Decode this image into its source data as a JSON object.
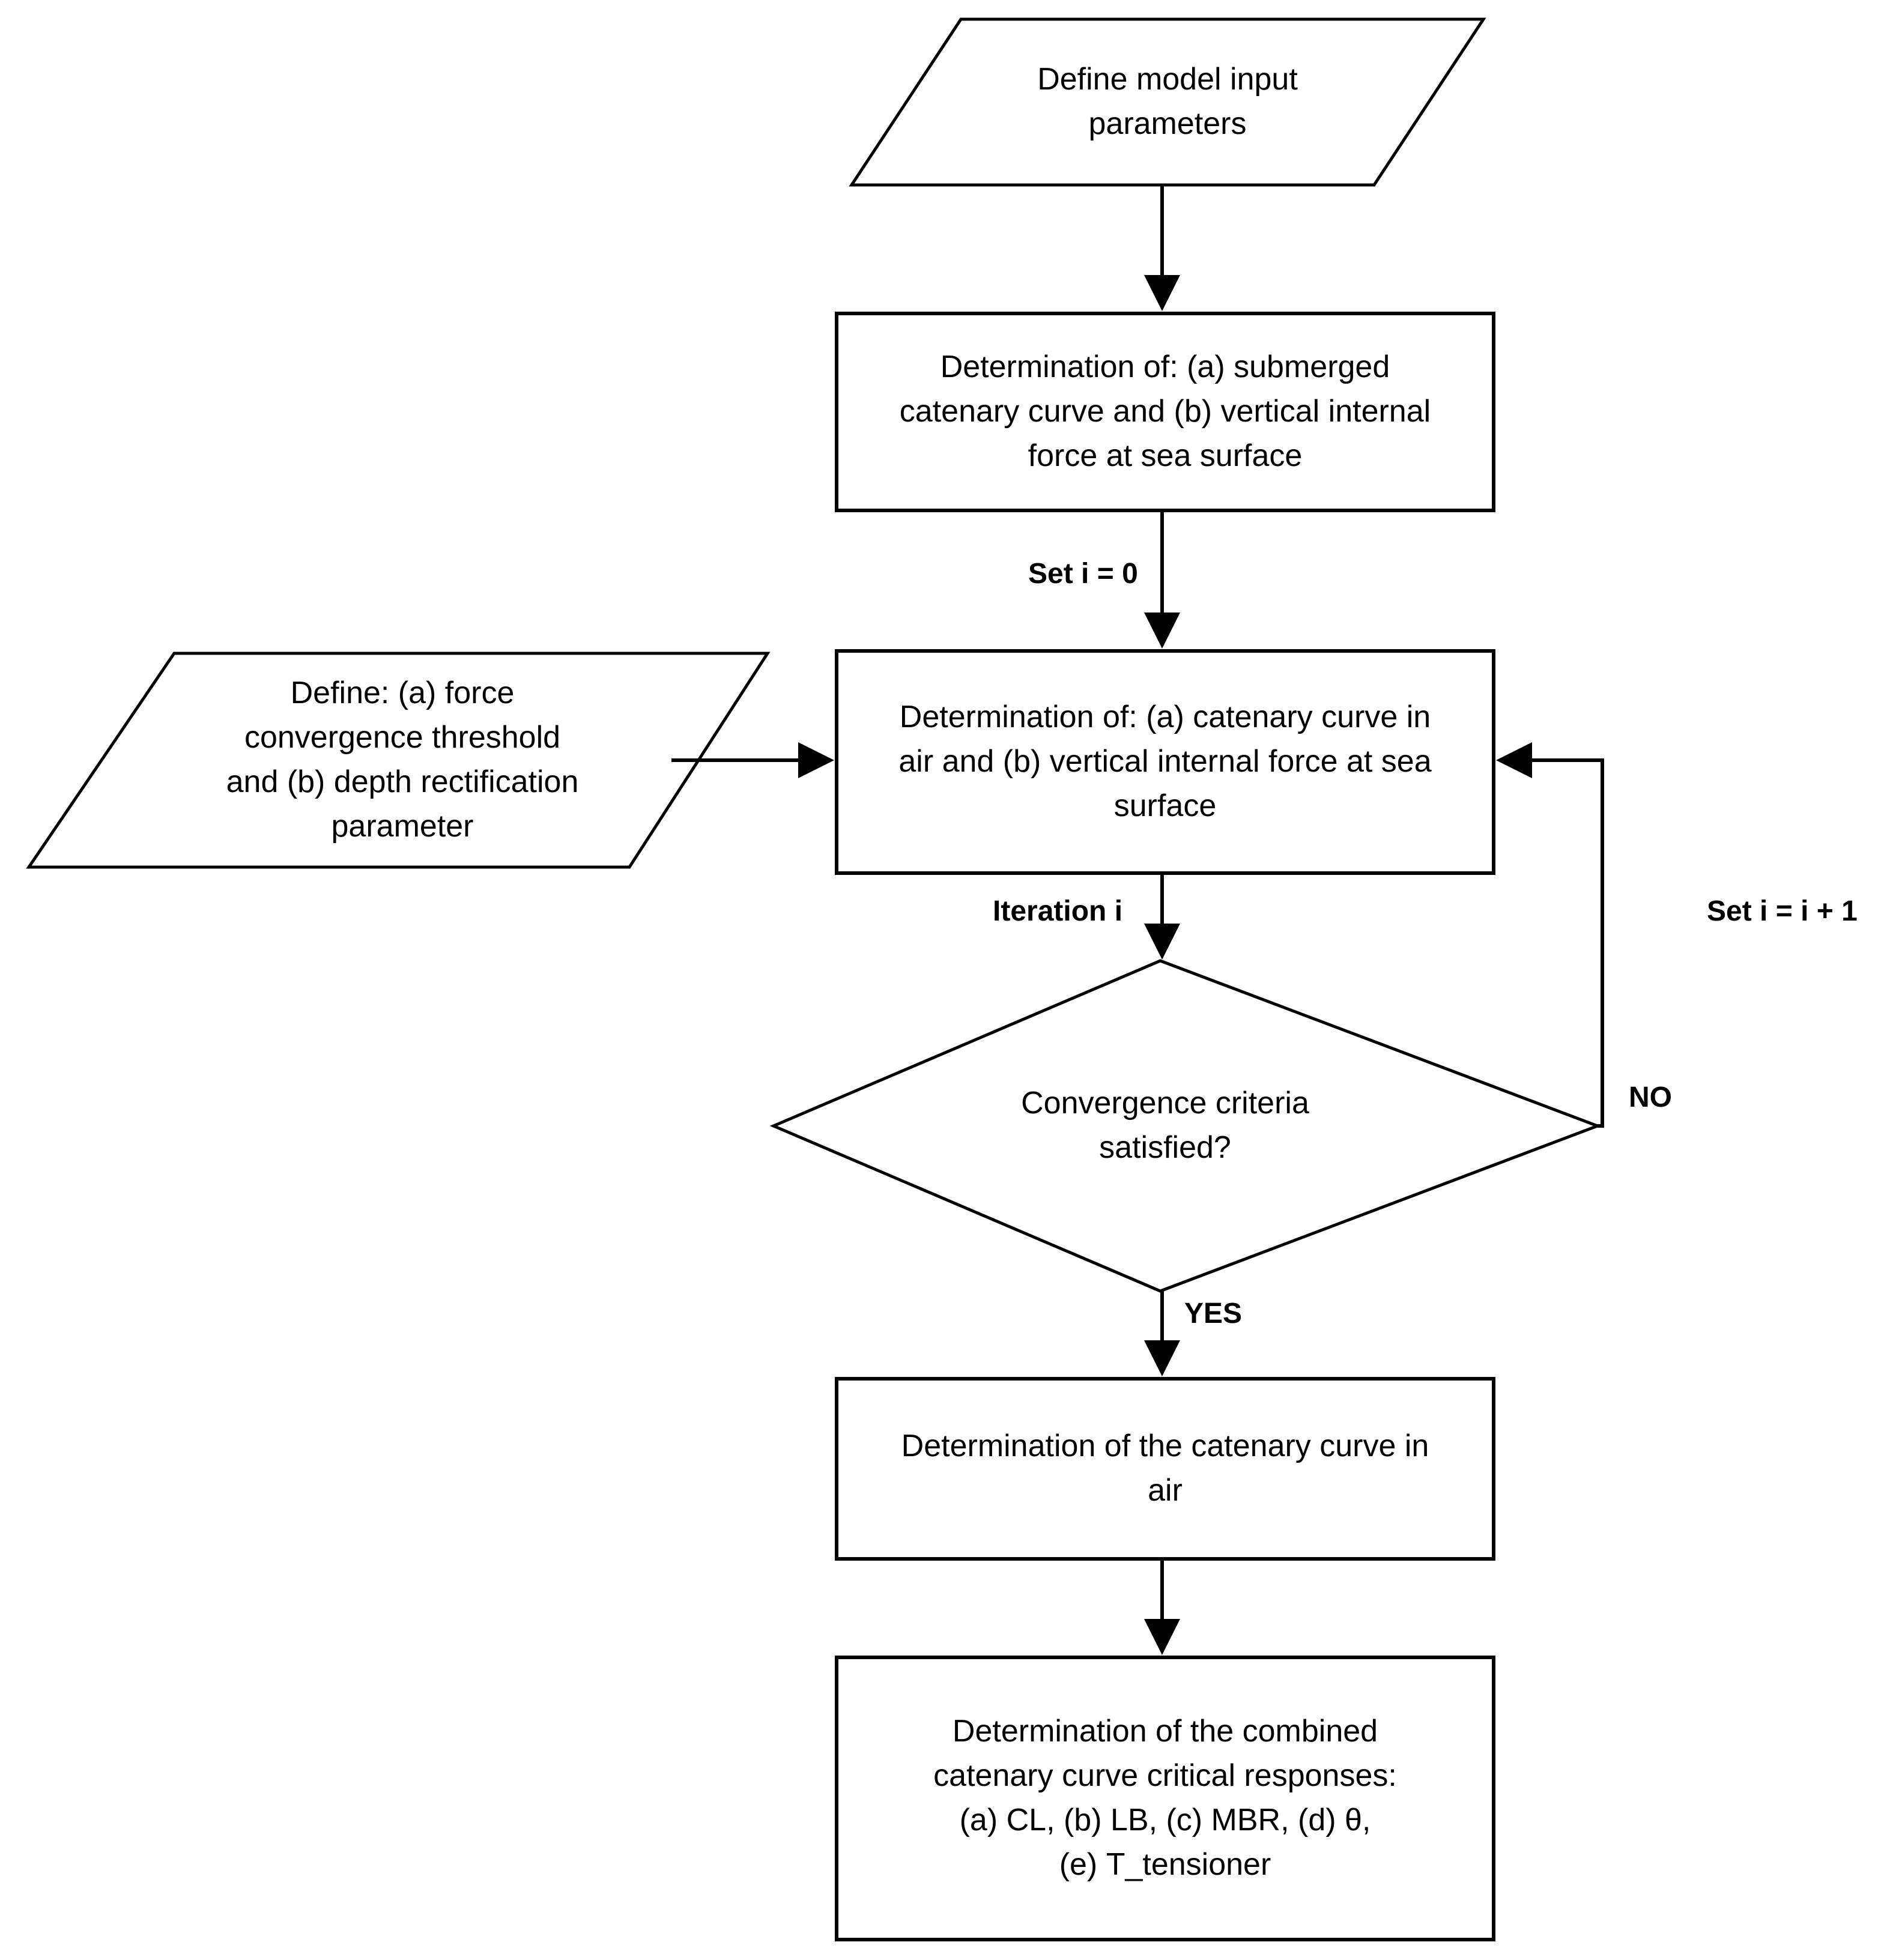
{
  "diagram": {
    "title": "Catenary curve computation flowchart",
    "background_color": "#ffffff",
    "line_color": "#000000",
    "text_color": "#000000"
  },
  "nodes": {
    "input_params": {
      "shape": "parallelogram",
      "text": "Define model input\nparameters"
    },
    "submerged_determination": {
      "shape": "process",
      "text": "Determination of: (a) submerged\ncatenary curve and (b) vertical internal\nforce at sea surface"
    },
    "define_thresholds": {
      "shape": "parallelogram",
      "text": "Define: (a) force\nconvergence threshold\nand (b) depth rectification\nparameter"
    },
    "air_determination": {
      "shape": "process",
      "text": "Determination of: (a) catenary curve in\nair and (b) vertical internal force at sea\nsurface"
    },
    "convergence_decision": {
      "shape": "decision",
      "text": "Convergence criteria\nsatisfied?"
    },
    "catenary_air_final": {
      "shape": "process",
      "text": "Determination of the catenary curve in\nair"
    },
    "critical_responses": {
      "shape": "process",
      "text": "Determination of the combined\ncatenary curve critical responses:\n(a) CL, (b) LB, (c) MBR, (d) θ,\n(e) T_tensioner"
    }
  },
  "edge_labels": {
    "set_i_zero": "Set i = 0",
    "iteration_i": "Iteration i",
    "set_i_increment": "Set i = i + 1",
    "no": "NO",
    "yes": "YES"
  }
}
